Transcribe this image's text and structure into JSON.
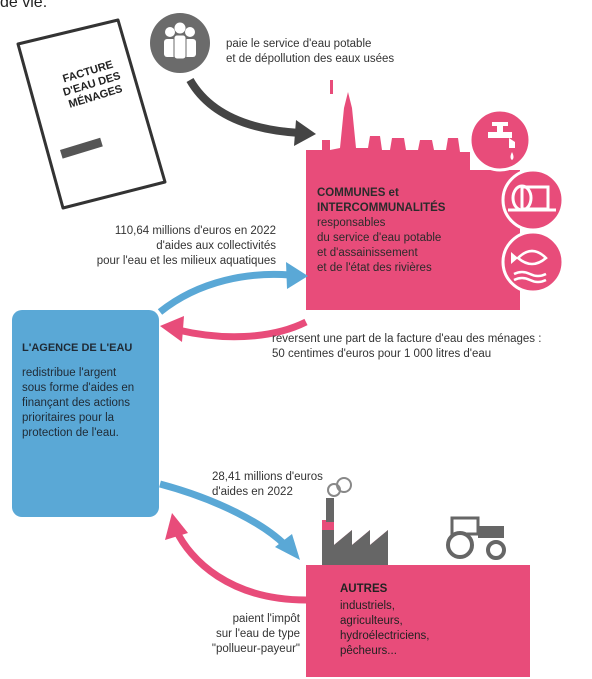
{
  "intro_text": "de vie.",
  "bill": {
    "title_line1": "FACTURE",
    "title_line2": "D'EAU DES",
    "title_line3": "MÉNAGES"
  },
  "households": {
    "line1": "paie le service d'eau potable",
    "line2": "et de dépollution des eaux usées"
  },
  "communes": {
    "title_line1": "COMMUNES et",
    "title_line2": "INTERCOMMUNALITÉS",
    "body_line1": "responsables",
    "body_line2": "du service d'eau potable",
    "body_line3": "et d'assainissement",
    "body_line4": "et de l'état des rivières"
  },
  "aides_collectivites": {
    "line1": "110,64 millions d'euros en 2022",
    "line2": "d'aides aux collectivités",
    "line3": "pour l'eau et les milieux aquatiques"
  },
  "reversent": {
    "line1": "reversent une part de la facture d'eau des ménages :",
    "line2": "50 centimes d'euros pour 1 000 litres d'eau"
  },
  "agence": {
    "title": "L'AGENCE DE L'EAU",
    "body_line1": "redistribue l'argent",
    "body_line2": "sous forme d'aides en",
    "body_line3": "finançant des actions",
    "body_line4": "prioritaires pour la",
    "body_line5": "protection de l'eau."
  },
  "aides_autres": {
    "line1": "28,41 millions d'euros",
    "line2": "d'aides en 2022"
  },
  "autres": {
    "title": "AUTRES",
    "body_line1": "industriels,",
    "body_line2": "agriculteurs,",
    "body_line3": "hydroélectriciens,",
    "body_line4": "pêcheurs..."
  },
  "impot": {
    "line1": "paient l'impôt",
    "line2": "sur l'eau de type",
    "line3": "\"pollueur-payeur\""
  },
  "colors": {
    "pink": "#e84c7a",
    "blue": "#5aa8d6",
    "grey": "#666666",
    "bill_outline": "#3a3a3a"
  },
  "icons": [
    "people-icon",
    "water-tap-icon",
    "pipe-icon",
    "fish-icon",
    "factory-icon",
    "tractor-icon"
  ]
}
